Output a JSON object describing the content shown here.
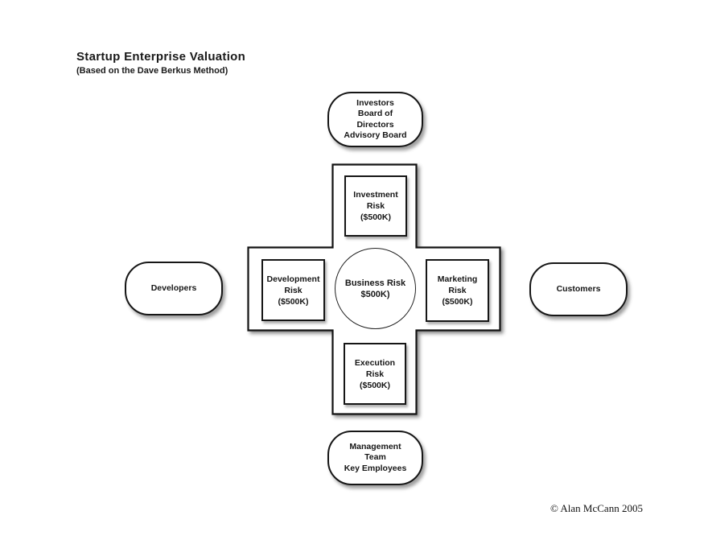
{
  "title": "Startup Enterprise Valuation",
  "subtitle": "(Based on the Dave Berkus Method)",
  "diagram": {
    "top_stadium": {
      "lines": [
        "Investors",
        "Board of",
        "Directors",
        "Advisory Board"
      ]
    },
    "left_stadium": {
      "label": "Developers"
    },
    "right_stadium": {
      "label": "Customers"
    },
    "bottom_stadium": {
      "lines": [
        "Management",
        "Team",
        "Key Employees"
      ]
    },
    "investment_box": {
      "lines": [
        "Investment",
        "Risk",
        "($500K)"
      ]
    },
    "development_box": {
      "lines": [
        "Development",
        "Risk",
        "($500K)"
      ]
    },
    "marketing_box": {
      "lines": [
        "Marketing",
        "Risk",
        "($500K)"
      ]
    },
    "execution_box": {
      "lines": [
        "Execution",
        "Risk",
        "($500K)"
      ]
    },
    "center_circle": {
      "lines": [
        "Business Risk",
        "$500K)"
      ]
    }
  },
  "footer": {
    "copyright": "© Alan McCann 2005"
  },
  "colors": {
    "border": "#111111",
    "background": "#ffffff",
    "text": "#161616"
  }
}
